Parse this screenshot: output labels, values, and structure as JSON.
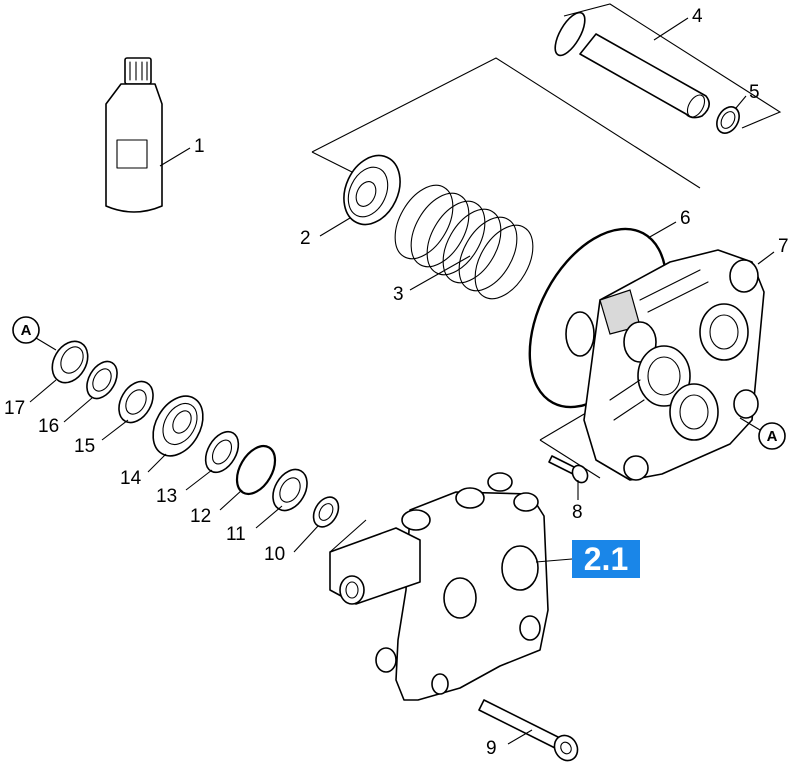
{
  "diagram": {
    "assembly_badge": {
      "label": "2.1",
      "color": "#1a86e8"
    },
    "reference_markers": [
      "A",
      "A"
    ],
    "callouts": [
      {
        "id": "oil-bottle",
        "number": "1"
      },
      {
        "id": "seal-cap",
        "number": "2"
      },
      {
        "id": "spring",
        "number": "3"
      },
      {
        "id": "piston",
        "number": "4"
      },
      {
        "id": "piston-ring",
        "number": "5"
      },
      {
        "id": "o-ring-large",
        "number": "6"
      },
      {
        "id": "valve-housing",
        "number": "7"
      },
      {
        "id": "screw-short",
        "number": "8"
      },
      {
        "id": "bolt-long",
        "number": "9"
      },
      {
        "id": "washer-small",
        "number": "10"
      },
      {
        "id": "seal-11",
        "number": "11"
      },
      {
        "id": "o-ring-small",
        "number": "12"
      },
      {
        "id": "washer-13",
        "number": "13"
      },
      {
        "id": "seal-sleeve",
        "number": "14"
      },
      {
        "id": "seal-15",
        "number": "15"
      },
      {
        "id": "washer-16",
        "number": "16"
      },
      {
        "id": "threaded-plug",
        "number": "17"
      }
    ]
  }
}
